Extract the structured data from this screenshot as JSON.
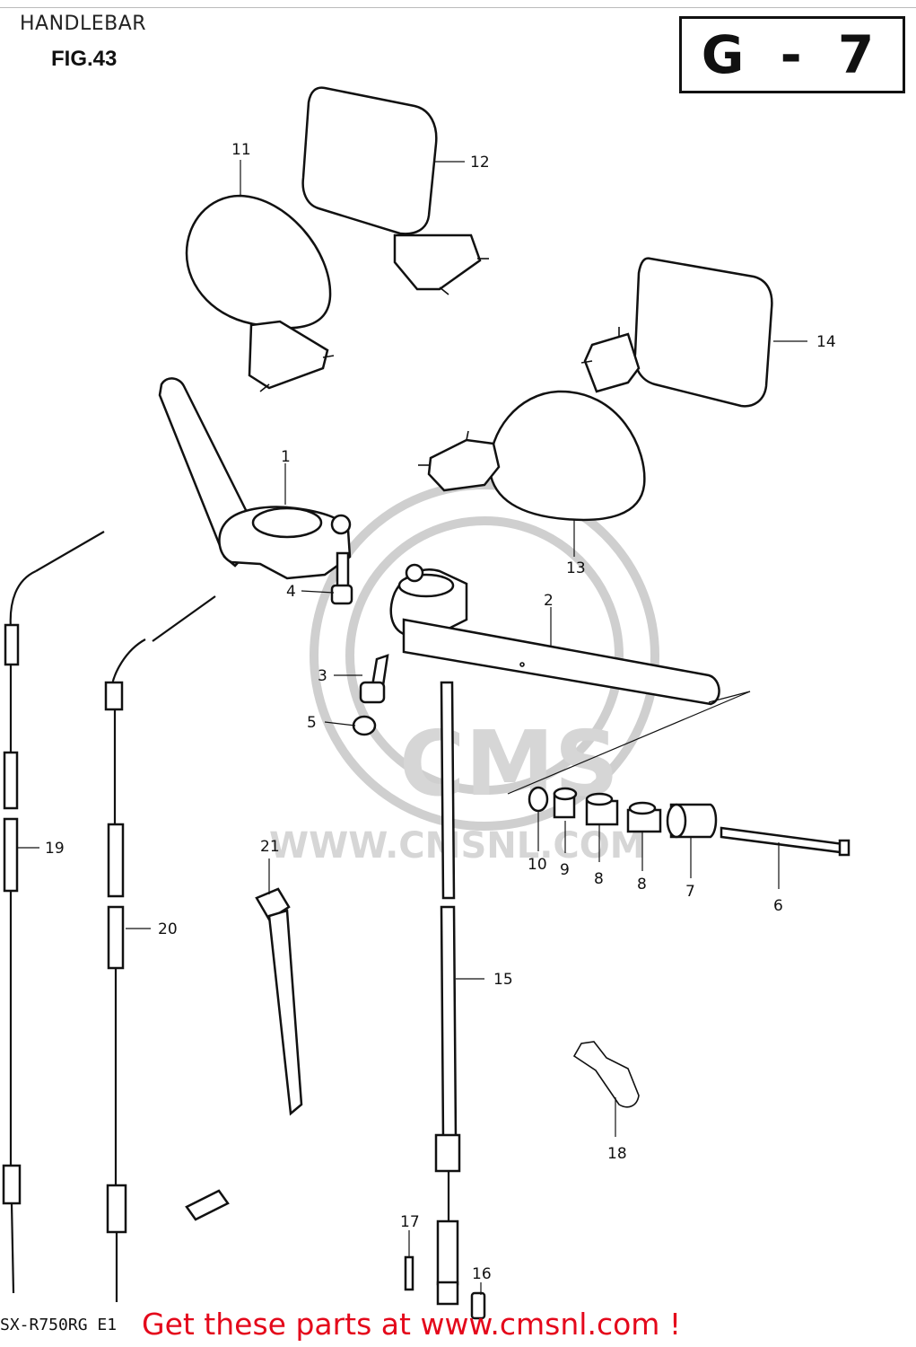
{
  "header": {
    "title": "HANDLEBAR",
    "figure": "FIG.43",
    "page_code": "G - 7"
  },
  "watermark": {
    "logo": "CMS",
    "url": "WWW.CMSNL.COM"
  },
  "callouts": [
    "1",
    "2",
    "3",
    "4",
    "5",
    "6",
    "7",
    "8",
    "8",
    "9",
    "10",
    "11",
    "12",
    "13",
    "14",
    "15",
    "16",
    "17",
    "18",
    "19",
    "20",
    "21"
  ],
  "footer": {
    "model": "SX-R750RG E1",
    "cta": "Get these parts at www.cmsnl.com !"
  },
  "colors": {
    "cta": "#e4081b",
    "ink": "#111111",
    "watermark": "#d6d6d6"
  }
}
